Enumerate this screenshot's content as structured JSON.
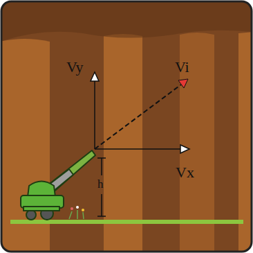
{
  "diagram": {
    "labels": [
      "Vy",
      "Vi",
      "Vx",
      "h"
    ]
  }
}
